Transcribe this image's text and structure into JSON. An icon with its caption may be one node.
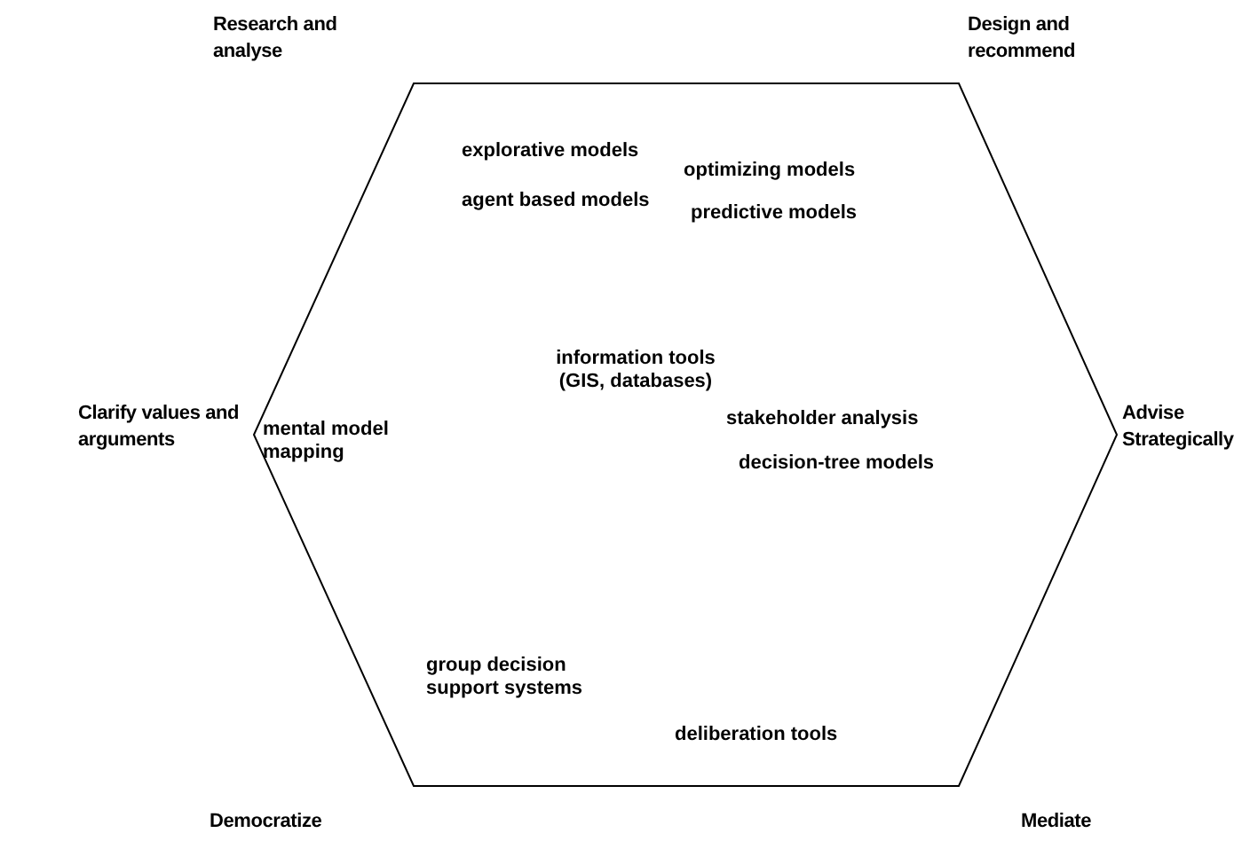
{
  "diagram": {
    "nodes": [
      {
        "text": [
          "explorative models",
          "agent based models",
          "optimizing models",
          "predictive models",
          "information tools (GIS, databases)",
          "mental model mapping",
          "stakeholder analysis",
          "decision-tree models",
          "group decision support systems",
          "deliberation tools"
        ],
        "beside": [
          "Research and analyse",
          "Design and recommend",
          "Clarify values and arguments",
          "Advise Strategically",
          "Democratize",
          "Mediate"
        ]
      }
    ]
  }
}
